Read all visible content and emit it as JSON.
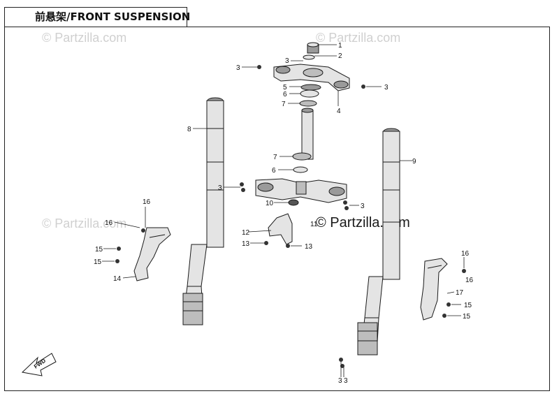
{
  "title": "前悬架/FRONT SUSPENSION",
  "watermark": "© Partzilla.com",
  "direction_label": "FWD",
  "callouts": {
    "c1": "1",
    "c2": "2",
    "c3a": "3",
    "c3b": "3",
    "c3c": "3",
    "c3d": "3",
    "c3e": "3",
    "c3f": "3",
    "c4": "4",
    "c5": "5",
    "c6a": "6",
    "c6b": "6",
    "c7a": "7",
    "c7b": "7",
    "c8": "8",
    "c9": "9",
    "c10": "10",
    "c11": "11",
    "c12": "12",
    "c13a": "13",
    "c13b": "13",
    "c14": "14",
    "c15a": "15",
    "c15b": "15",
    "c15c": "15",
    "c15d": "15",
    "c16a": "16",
    "c16b": "16",
    "c16c": "16",
    "c16d": "16",
    "c17": "17"
  },
  "colors": {
    "line": "#1a1a1a",
    "part_fill": "#e4e4e4",
    "part_dark": "#9a9a9a",
    "watermark": "#d0d0d0"
  }
}
